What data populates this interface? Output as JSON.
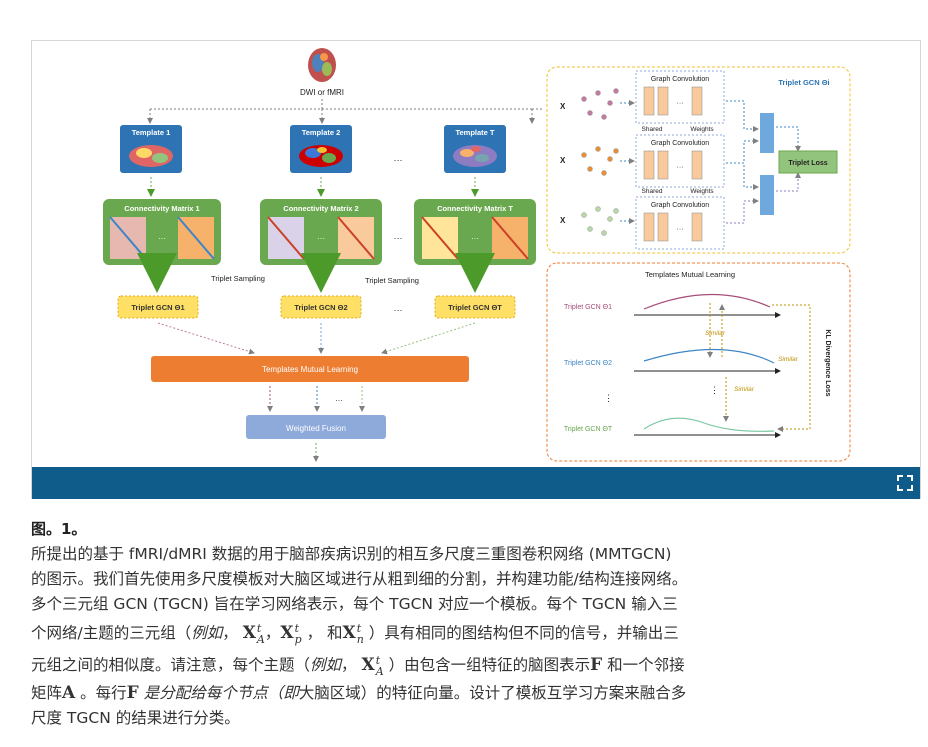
{
  "figure": {
    "top": {
      "input_label": "DWI or fMRI"
    },
    "templates": [
      "Template 1",
      "Template 2",
      "Template T"
    ],
    "matrices": [
      "Connectivity Matrix 1",
      "Connectivity Matrix 2",
      "Connectivity Matrix T"
    ],
    "sampling": "Triplet Sampling",
    "tgcn": [
      "Triplet GCN Θ1",
      "Triplet GCN Θ2",
      "Triplet GCN ΘT"
    ],
    "mutual": "Templates Mutual Learning",
    "fusion": "Weighted Fusion",
    "ellipsis": "···",
    "right_top": {
      "title": "Triplet GCN Θi",
      "graph_conv": "Graph Convolution",
      "shared": "Shared",
      "weights": "Weights",
      "loss": "Triplet Loss",
      "inputs": [
        "X",
        "X",
        "X"
      ]
    },
    "right_bottom": {
      "title": "Templates Mutual Learning",
      "rows": [
        "Triplet GCN Θ1",
        "Triplet GCN Θ2",
        "Triplet GCN ΘT"
      ],
      "similar": "Similar",
      "kl": "KL Divergence Loss"
    },
    "colors": {
      "caption_bar": "#0f5b8a",
      "green": "#6aa84f",
      "orange": "#ed7d31",
      "yellow": "#ffe066",
      "blue": "#2e74b5"
    }
  },
  "caption": {
    "label": "图。1。",
    "line1": "所提出的基于 fMRI/dMRI 数据的用于脑部疾病识别的相互多尺度三重图卷积网络 (MMTGCN)",
    "line2": "的图示。我们首先使用多尺度模板对大脑区域进行从粗到细的分割，并构建功能/结构连接网络。",
    "line3": "多个三元组 GCN (TGCN) 旨在学习网络表示，每个 TGCN 对应一个模板。每个 TGCN 输入三",
    "line4_a": "个网络/主题的三元组（",
    "line4_eg": "例如",
    "line4_b": "，",
    "line4_c": "，",
    "line4_d": "和",
    "line4_e": "）具有相同的图结构但不同的信号，并输出三",
    "line5_a": "元组之间的相似度。请注意，每个主题（",
    "line5_eg": "例如",
    "line5_b": "，",
    "line5_c": "）由包含一组特征的脑图表示",
    "line5_d": "和一个邻接",
    "line6_a": "矩阵",
    "line6_b": "。每行",
    "line6_c": "是分配给每个节点（即",
    "line6_d": "大脑区域）的特征向量。设计了模板互学习方案来融合多",
    "line7": "尺度 TGCN 的结果进行分类。"
  }
}
